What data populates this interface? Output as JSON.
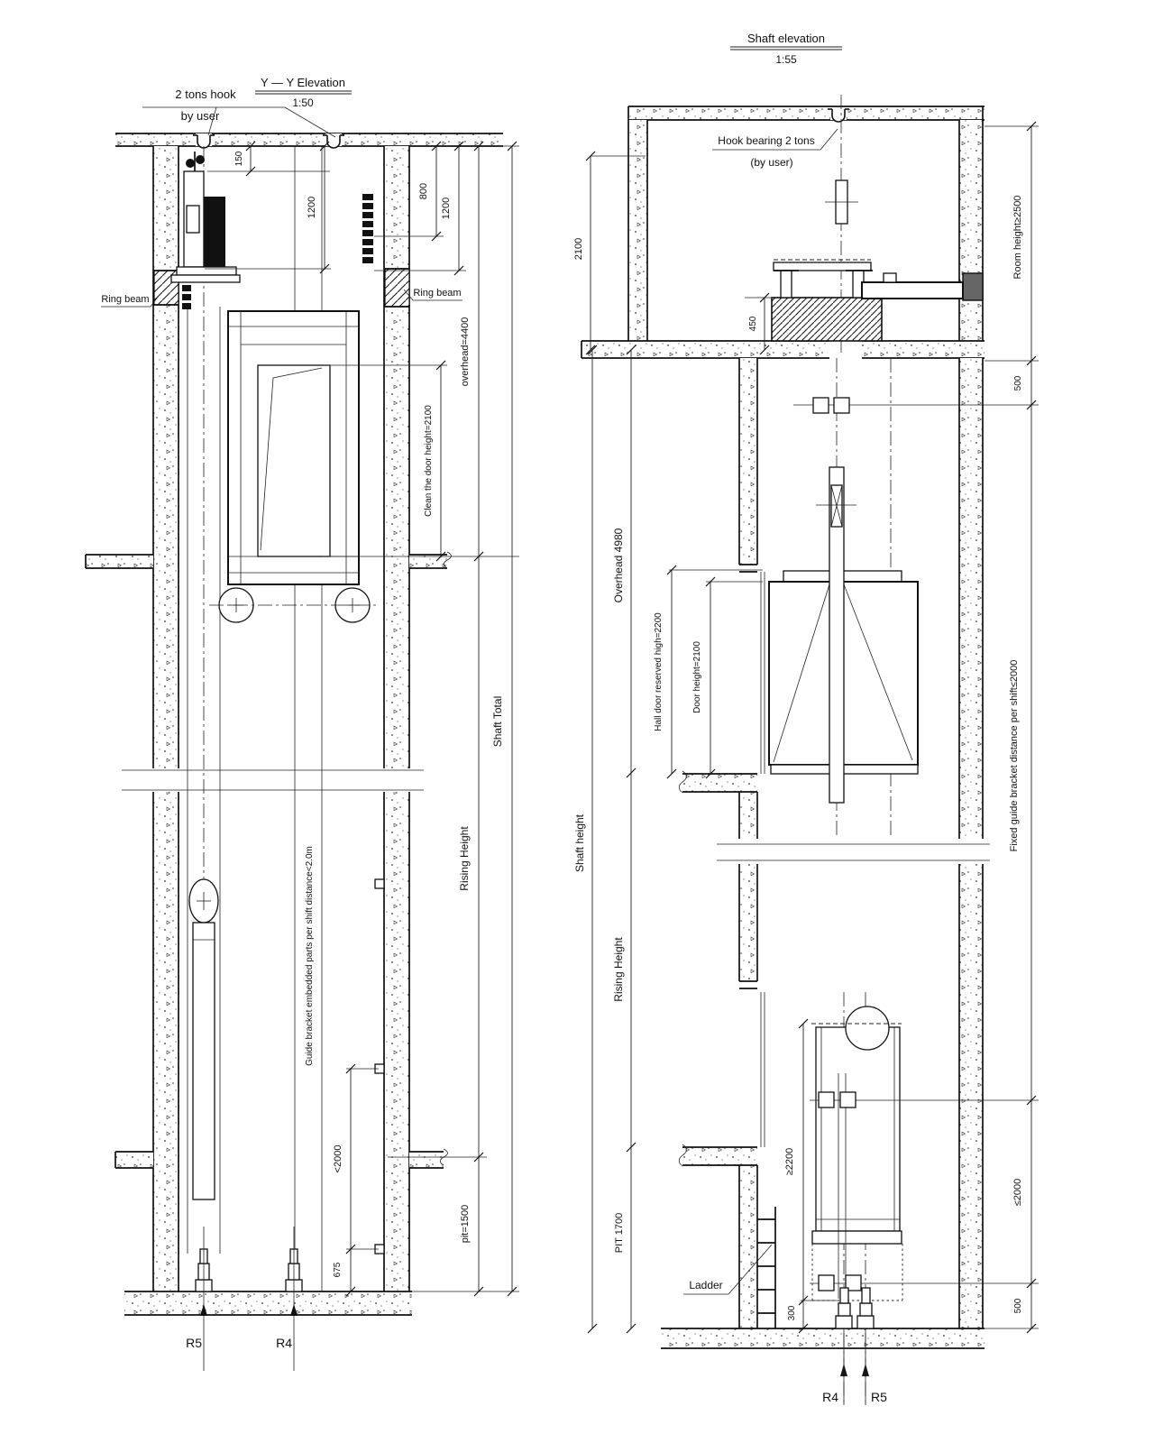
{
  "colors": {
    "line": "#111111",
    "background": "#ffffff"
  },
  "left": {
    "title": "Y — Y Elevation",
    "scale": "1:50",
    "hook1": "2 tons hook",
    "hook2": "by user",
    "ring_left": "Ring beam",
    "ring_right": "Ring beam",
    "d150": "150",
    "d1200a": "1200",
    "d800": "800",
    "d1200b": "1200",
    "overhead": "overhead=4400",
    "clean_door": "Clean the door height=2100",
    "shaft_total": "Shaft Total",
    "rising": "Rising Height",
    "pit": "pit=1500",
    "guide_note": "Guide bracket embedded parts per shift distance<2.0m",
    "lt2000": "<2000",
    "d675": "675",
    "r5": "R5",
    "r4": "R4"
  },
  "right": {
    "title": "Shaft elevation",
    "scale": "1:55",
    "hook1": "Hook bearing 2 tons",
    "hook2": "(by user)",
    "d2100": "2100",
    "d450": "450",
    "room_height": "Room height≥2500",
    "d500_top": "500",
    "overhead": "Overhead  4980",
    "hall_door": "Hall door reserved high=2200",
    "door_height": "Door height=2100",
    "shaft_height": "Shaft height",
    "rising": "Rising Height",
    "pit": "PIT  1700",
    "fixed_guide": "Fixed guide bracket distance per shift≤2000",
    "ge2200": "≥2200",
    "le2000": "≤2000",
    "d300": "300",
    "d500_bottom": "500",
    "ladder": "Ladder",
    "r4": "R4",
    "r5": "R5"
  }
}
